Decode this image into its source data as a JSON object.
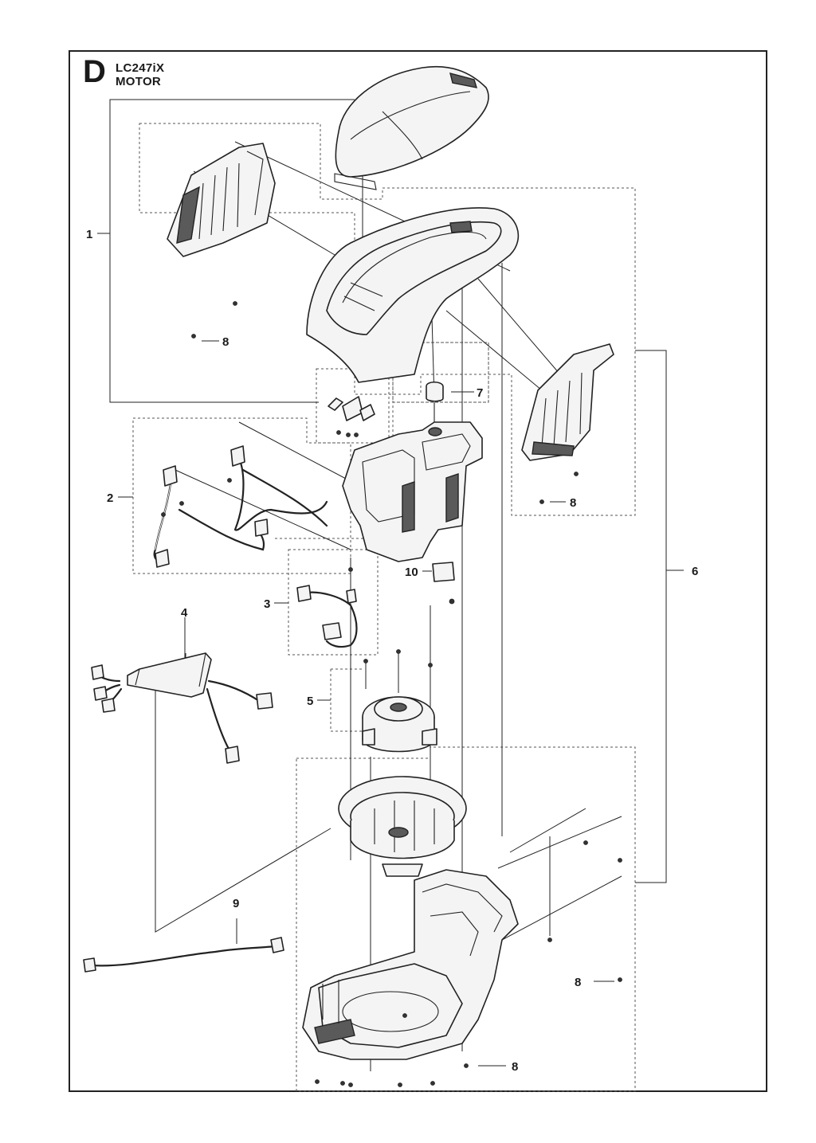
{
  "header": {
    "section_letter": "D",
    "model_code": "LC247iX",
    "section_name": "MOTOR"
  },
  "callouts": {
    "c1": "1",
    "c2": "2",
    "c3": "3",
    "c4": "4",
    "c5": "5",
    "c6": "6",
    "c7": "7",
    "c8a": "8",
    "c8b": "8",
    "c8c": "8",
    "c8d": "8",
    "c9": "9",
    "c10": "10"
  }
}
